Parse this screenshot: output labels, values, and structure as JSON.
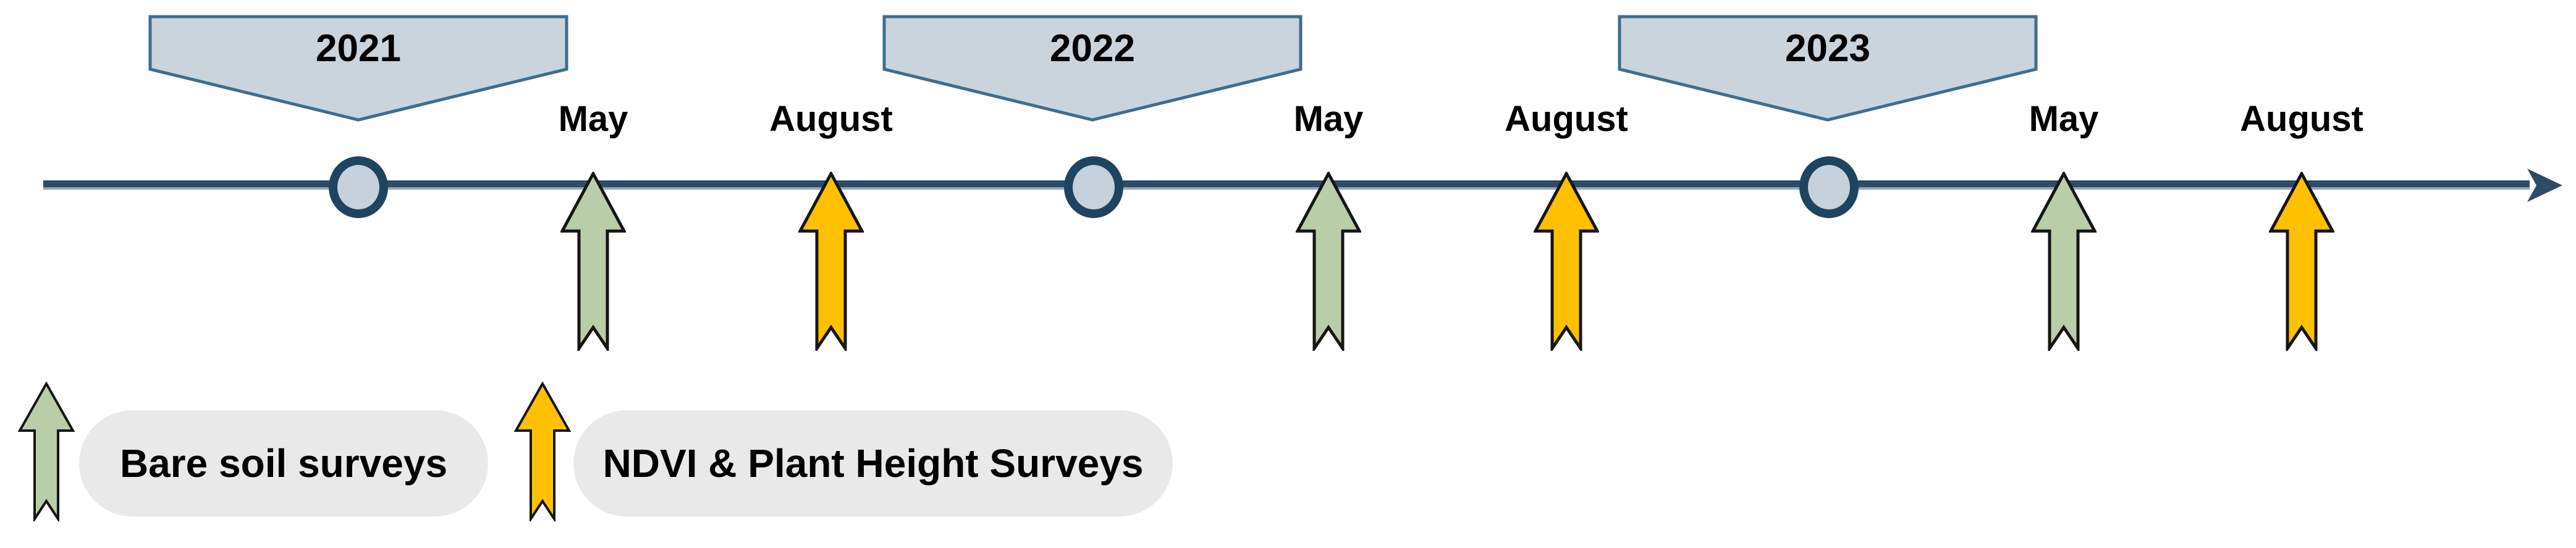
{
  "colors": {
    "banner_fill": "#c9d4dd",
    "banner_border": "#3f6d8e",
    "timeline_line": "#2d4b66",
    "timeline_edge": "#8fa8bc",
    "node_ring": "#1f4460",
    "node_fill": "#c6d1db",
    "bare_soil_fill": "#b9cda8",
    "ndvi_fill": "#ffc000",
    "arrow_outline": "#151515",
    "legend_box_fill": "#e9e9e9",
    "text": "#000000"
  },
  "timeline": {
    "direction": "left-to-right",
    "years": [
      {
        "label": "2021"
      },
      {
        "label": "2022"
      },
      {
        "label": "2023"
      }
    ],
    "markers": [
      {
        "month": "May",
        "year": "2021",
        "survey": "Bare soil surveys"
      },
      {
        "month": "August",
        "year": "2021",
        "survey": "NDVI & Plant Height Surveys"
      },
      {
        "month": "May",
        "year": "2022",
        "survey": "Bare soil surveys"
      },
      {
        "month": "August",
        "year": "2022",
        "survey": "NDVI & Plant Height Surveys"
      },
      {
        "month": "May",
        "year": "2023",
        "survey": "Bare soil surveys"
      },
      {
        "month": "August",
        "year": "2023",
        "survey": "NDVI & Plant Height Surveys"
      }
    ]
  },
  "legend": {
    "items": [
      {
        "label": "Bare soil surveys",
        "color": "#b9cda8"
      },
      {
        "label": "NDVI & Plant Height Surveys",
        "color": "#ffc000"
      }
    ]
  }
}
